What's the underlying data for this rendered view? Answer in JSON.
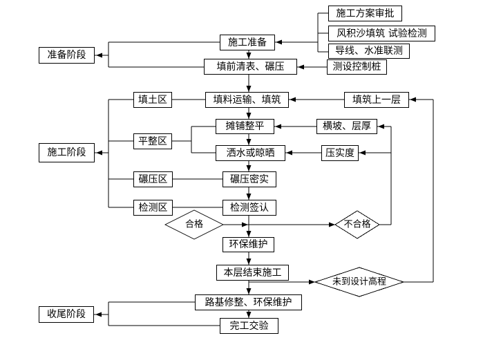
{
  "diagram": {
    "stages": {
      "prep": "准备阶段",
      "construction": "施工阶段",
      "final": "收尾阶段"
    },
    "zones": {
      "fill": "填土区",
      "level": "平整区",
      "roll": "碾压区",
      "test": "检测区"
    },
    "main_flow": {
      "preparation": "施工准备",
      "pre_fill_clearing": "填前清表、碾压",
      "material_transport": "填料运输、填筑",
      "spreading_leveling": "摊铺整平",
      "watering_drying": "洒水或晾晒",
      "rolling_compaction": "碾压密实",
      "inspection_signoff": "检测签认",
      "env_maintenance": "环保维护",
      "layer_end": "本层结束施工",
      "roadbed_trim": "路基修整、环保维护",
      "completion": "完工交验"
    },
    "side_inputs": {
      "plan_approval": "施工方案审批",
      "sand_fill_test": "风积沙填筑 试验检测",
      "survey": "导线、水准联测",
      "control_stakes": "测设控制桩",
      "next_layer": "填筑上一层",
      "cross_slope_thickness": "横坡、层厚",
      "compaction_degree": "压实度"
    },
    "decisions": {
      "pass": "合格",
      "fail": "不合格",
      "not_design_elevation": "未到设计高程"
    },
    "colors": {
      "line": "#000000",
      "background": "#ffffff"
    }
  }
}
